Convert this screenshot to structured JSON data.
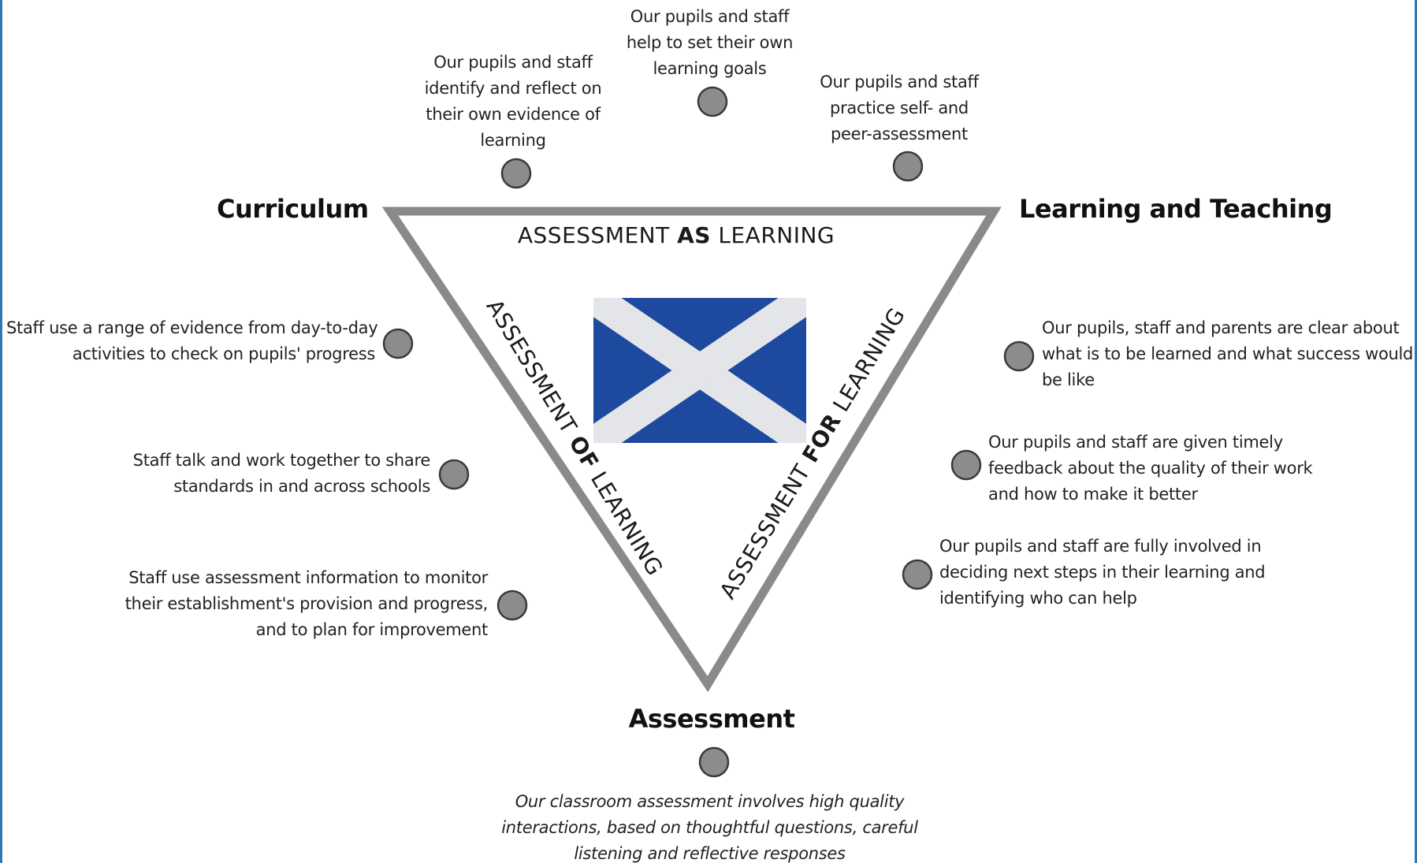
{
  "corners": {
    "curriculum": "Curriculum",
    "learning_teaching": "Learning and Teaching",
    "assessment": "Assessment"
  },
  "sides": {
    "as_learning": {
      "pre": "ASSESSMENT ",
      "key": "AS",
      "post": " LEARNING"
    },
    "of_learning": {
      "pre": "ASSESSMENT ",
      "key": "OF",
      "post": " LEARNING"
    },
    "for_learning": {
      "pre": "ASSESSMENT ",
      "key": "FOR",
      "post": " LEARNING"
    }
  },
  "center_image": {
    "icon": "scotland-saltire-flag-icon",
    "colors": {
      "blue": "#1f4fa8",
      "white": "#f2f4f8"
    }
  },
  "notes": {
    "top_center": [
      "Our pupils and staff",
      "help to set their own",
      "learning goals"
    ],
    "top_left": [
      "Our pupils and staff",
      "identify and reflect on",
      "their own evidence of",
      "learning"
    ],
    "top_right": [
      "Our pupils and staff",
      "practice self- and",
      "peer-assessment"
    ],
    "left_1": [
      "Staff use a range of evidence from day-to-day",
      "activities to check on pupils' progress"
    ],
    "left_2": [
      "Staff talk and work together to share",
      "standards in and across schools"
    ],
    "left_3": [
      "Staff use assessment information to monitor",
      "their establishment's provision and progress,",
      "and to plan for improvement"
    ],
    "right_1": [
      "Our pupils, staff and parents are clear about",
      "what is to be learned and what success would",
      "be like"
    ],
    "right_2": [
      "Our pupils and staff are given timely",
      "feedback about the quality of their work",
      "and how to make it better"
    ],
    "right_3": [
      "Our pupils and staff are fully involved in",
      "deciding next steps in their learning and",
      "identifying who can help"
    ],
    "bottom": [
      "Our classroom assessment involves high quality",
      "interactions, based on thoughtful questions, careful",
      "listening and reflective responses"
    ]
  },
  "colors": {
    "triangle_stroke": "#8a8a8a",
    "dot_fill": "#8c8c8c",
    "frame_accent": "#2f78b5"
  }
}
